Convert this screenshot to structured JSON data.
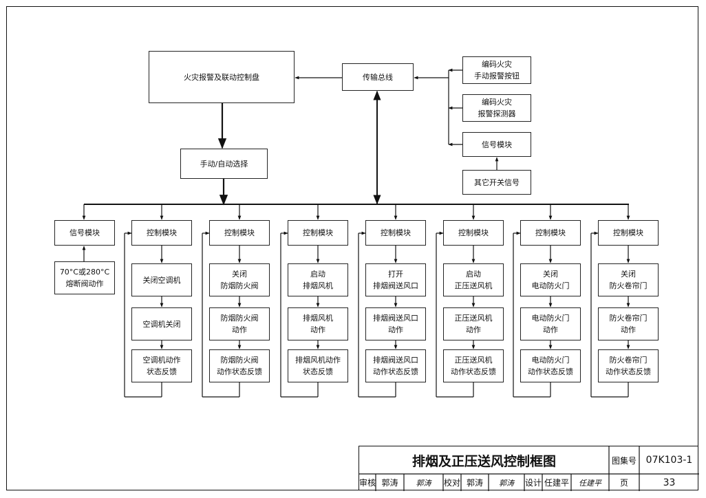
{
  "top": {
    "panel": "火灾报警及联动控制盘",
    "bus": "传输总线",
    "manual_button": "编码火灾\n手动报警按钮",
    "detector": "编码火灾\n报警探测器",
    "signal_module": "信号模块",
    "other_switch": "其它开关信号",
    "mode_select": "手动/自动选择"
  },
  "first_column": {
    "title": "信号模块",
    "source": "70°C或280°C\n熔断阀动作"
  },
  "control_columns": [
    {
      "title": "控制模块",
      "steps": [
        "关闭空调机",
        "空调机关闭",
        "空调机动作\n状态反馈"
      ]
    },
    {
      "title": "控制模块",
      "steps": [
        "关闭\n防烟防火阀",
        "防烟防火阀\n动作",
        "防烟防火阀\n动作状态反馈"
      ]
    },
    {
      "title": "控制模块",
      "steps": [
        "启动\n排烟风机",
        "排烟风机\n动作",
        "排烟风机动作\n状态反馈"
      ]
    },
    {
      "title": "控制模块",
      "steps": [
        "打开\n排烟阀送风口",
        "排烟阀送风口\n动作",
        "排烟阀送风口\n动作状态反馈"
      ]
    },
    {
      "title": "控制模块",
      "steps": [
        "启动\n正压送风机",
        "正压送风机\n动作",
        "正压送风机\n动作状态反馈"
      ]
    },
    {
      "title": "控制模块",
      "steps": [
        "关闭\n电动防火门",
        "电动防火门\n动作",
        "电动防火门\n动作状态反馈"
      ]
    },
    {
      "title": "控制模块",
      "steps": [
        "关闭\n防火卷帘门",
        "防火卷帘门\n动作",
        "防火卷帘门\n动作状态反馈"
      ]
    }
  ],
  "title_block": {
    "title": "排烟及正压送风控制框图",
    "atlas_label": "图集号",
    "atlas_no": "07K103-1",
    "page_label": "页",
    "page_no": "33",
    "review_label": "审核",
    "review_name": "郭涛",
    "review_sig": "郭涛",
    "check_label": "校对",
    "check_name": "郭涛",
    "check_sig": "郭涛",
    "design_label": "设计",
    "design_name": "任建平",
    "design_sig": "任建平"
  }
}
